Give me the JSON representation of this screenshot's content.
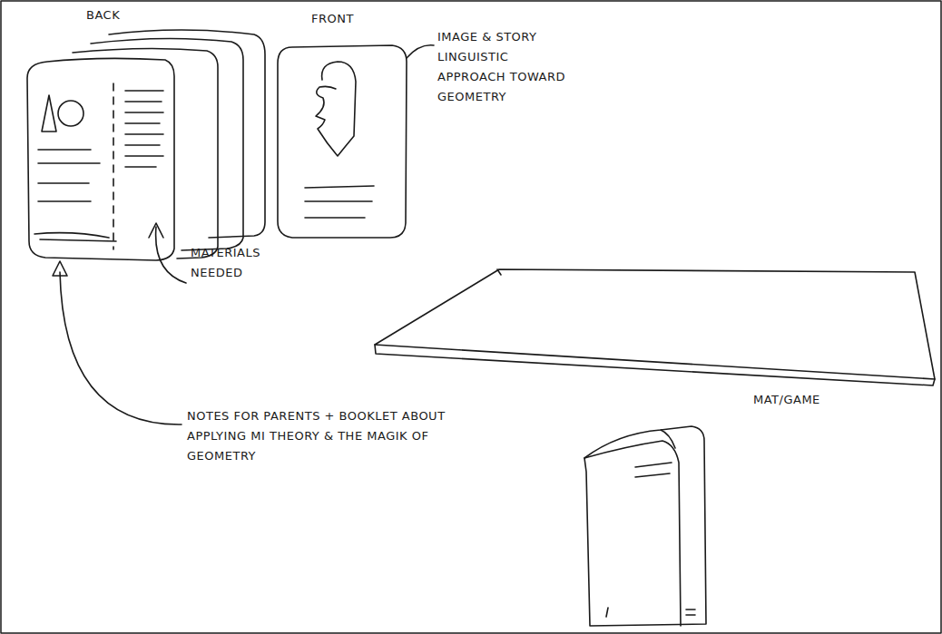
{
  "diagram": {
    "labels": [
      "BACK",
      "FRONT",
      "IMAGE & STORY LINGUISTIC APPROACH TOWARD GEOMETRY",
      "MATERIALS NEEDED",
      "MAT/GAME",
      "NOTES FOR PARENTS + BOOKLET ABOUT APPLYING MI THEORY & THE MAGIK OF GEOMETRY"
    ]
  }
}
